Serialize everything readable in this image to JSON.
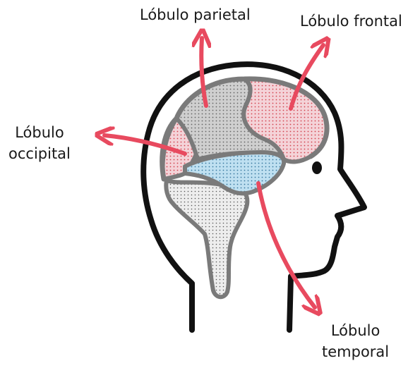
{
  "labels": {
    "parietal": "Lóbulo parietal",
    "frontal": "Lóbulo frontal",
    "occipital_line1": "Lóbulo",
    "occipital_line2": "occipital",
    "temporal_line1": "Lóbulo",
    "temporal_line2": "temporal"
  },
  "colors": {
    "outline": "#111111",
    "brain_border": "#7a7a7a",
    "parietal_fill": "#c8c8c8",
    "frontal_fill": "#f2c9cf",
    "occipital_fill": "#f2c9cf",
    "temporal_fill": "#bcdff0",
    "cerebellum_fill": "#e0e0e0",
    "arrow": "#e84a5f"
  }
}
